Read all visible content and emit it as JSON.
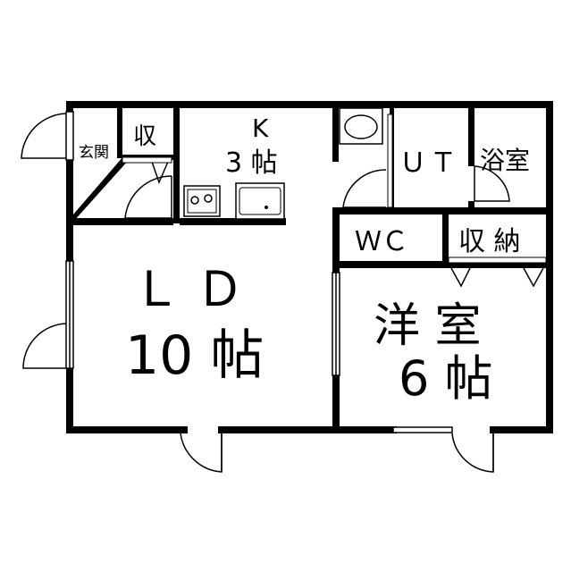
{
  "rooms": {
    "genkan": "玄関",
    "shu": "収",
    "kitchen_letter": "K",
    "kitchen_size": "3 帖",
    "ut": "ＵＴ",
    "bath": "浴室",
    "wc": "ＷＣ",
    "storage": "収 納",
    "ld": "Ｌ Ｄ",
    "ld_size": "10 帖",
    "western": "洋 室",
    "western_size": "6 帖"
  },
  "colors": {
    "wall": "#000000",
    "background": "#ffffff"
  }
}
